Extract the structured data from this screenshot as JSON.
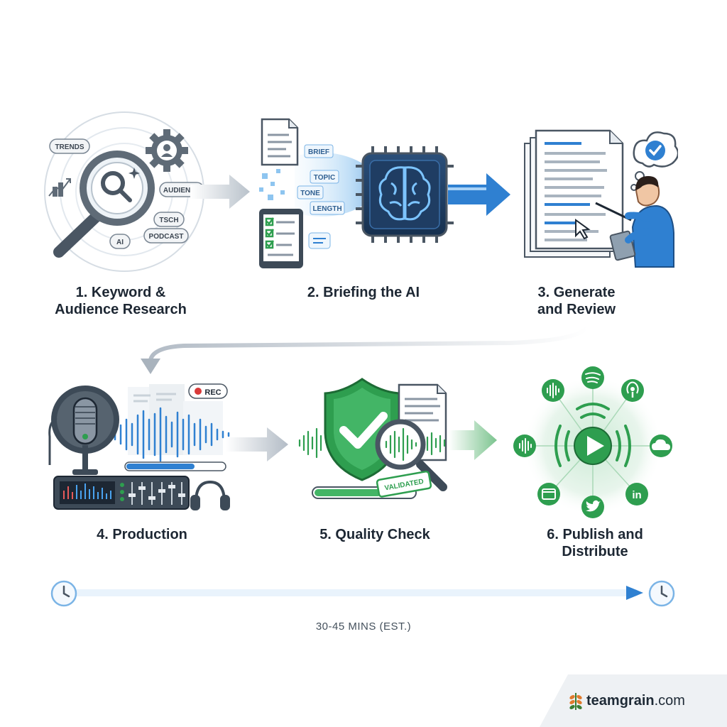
{
  "steps": [
    {
      "label": "1. Keyword &\nAudience Research"
    },
    {
      "label": "2. Briefing the AI"
    },
    {
      "label": "3. Generate\nand Review"
    },
    {
      "label": "4. Production"
    },
    {
      "label": "5. Quality Check"
    },
    {
      "label": "6. Publish and\nDistribute"
    }
  ],
  "step1_tags": {
    "trends": "TRENDS",
    "audience": "AUDIENCE",
    "tech": "TSCH",
    "podcast": "PODCAST",
    "ai": "AI"
  },
  "step2_tags": {
    "brief": "BRIEF",
    "topic": "TOPIC",
    "tone": "TONE",
    "length": "LENGTH"
  },
  "step4_badge": "REC",
  "step5_stamp": "VALIDATED",
  "timeline": {
    "text": "30-45 MINS (EST.)"
  },
  "brand": {
    "name_bold": "teamgrain",
    "name_suffix": ".com"
  },
  "colors": {
    "blue": "#2f80d1",
    "green": "#2e9e4f",
    "gray": "#7b8794",
    "dark": "#1d2733"
  }
}
